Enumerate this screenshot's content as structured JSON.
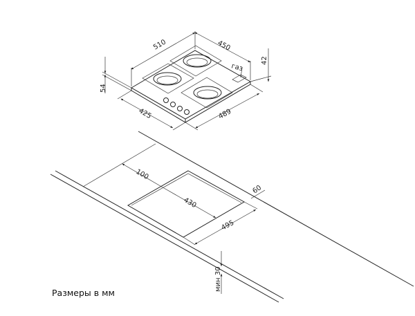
{
  "hob": {
    "dims": {
      "width": "510",
      "depth": "450",
      "height_back": "42",
      "height_total": "54",
      "front": "425",
      "side": "489"
    },
    "gas_label": "газ",
    "burners": 3,
    "knobs": 4
  },
  "cutout": {
    "dims": {
      "back_offset": "100",
      "width": "430",
      "depth": "495",
      "edge_offset": "60",
      "min_thickness": "мин 30"
    }
  },
  "note": "Размеры в мм"
}
